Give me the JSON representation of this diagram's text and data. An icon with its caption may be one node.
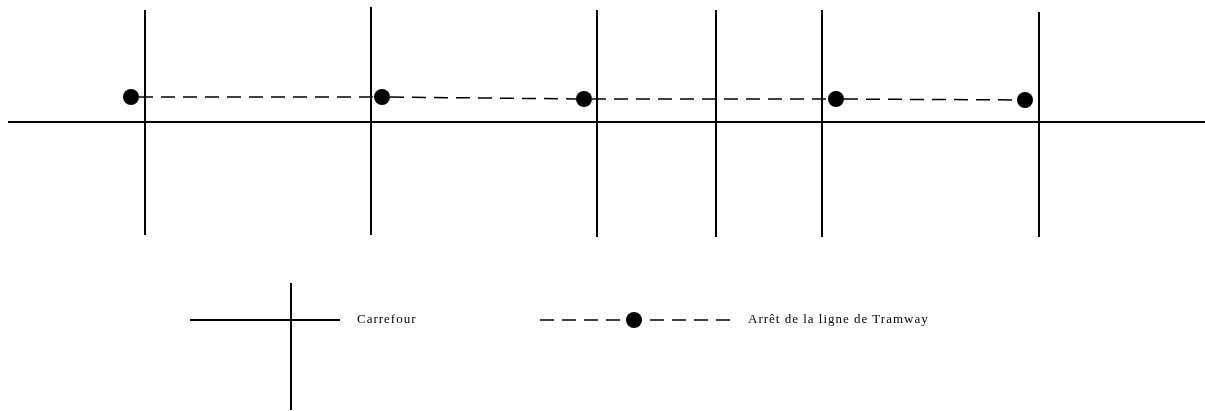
{
  "diagram": {
    "nodes": [
      {
        "text": [],
        "shape": "circle"
      },
      {
        "text": [],
        "shape": "circle"
      },
      {
        "text": [],
        "shape": "circle"
      },
      {
        "text": [],
        "shape": "circle"
      },
      {
        "text": [],
        "shape": "circle"
      }
    ],
    "edges": [
      {
        "from": 0,
        "to": 1,
        "arrow": "none",
        "style": "dashed"
      },
      {
        "from": 1,
        "to": 2,
        "arrow": "none",
        "style": "dashed"
      },
      {
        "from": 2,
        "to": 3,
        "arrow": "none",
        "style": "dashed"
      },
      {
        "from": 3,
        "to": 4,
        "arrow": "none",
        "style": "dashed"
      }
    ],
    "legend": [
      {
        "text": "Carrefour"
      },
      {
        "text": "Arrêt de la ligne de Tramway"
      }
    ]
  }
}
